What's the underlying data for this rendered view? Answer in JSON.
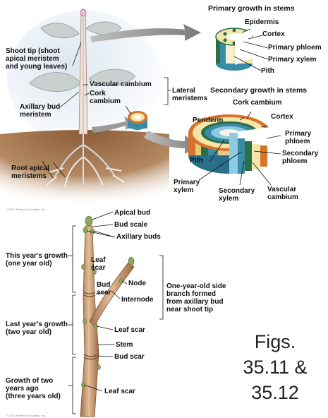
{
  "top": {
    "primary_title": "Primary growth in stems",
    "secondary_title": "Secondary growth in stems",
    "labels": {
      "shoot_tip": "Shoot tip (shoot\napical meristem\nand young leaves)",
      "axillary_bud_meristem": "Axillary bud\nmeristem",
      "root_apical": "Root apical\nmeristems",
      "vascular_cambium": "Vascular cambium",
      "cork_cambium": "Cork\ncambium",
      "lateral_meristems": "Lateral\nmeristems",
      "epidermis": "Epidermis",
      "cortex": "Cortex",
      "primary_phloem": "Primary phloem",
      "primary_xylem": "Primary xylem",
      "pith": "Pith",
      "sec_cork_cambium": "Cork cambium",
      "periderm": "Periderm",
      "sec_cortex": "Cortex",
      "sec_primary_phloem": "Primary\nphloem",
      "sec_pith": "Pith",
      "secondary_phloem": "Secondary\nphloem",
      "sec_primary_xylem": "Primary\nxylem",
      "secondary_xylem": "Secondary\nxylem",
      "sec_vascular_cambium": "Vascular\ncambium"
    },
    "copyright": "©2011 Pearson Education, Inc."
  },
  "bottom": {
    "labels": {
      "apical_bud": "Apical bud",
      "bud_scale": "Bud scale",
      "axillary_buds": "Axillary buds",
      "this_year": "This year's growth\n(one year old)",
      "leaf_scar_1": "Leaf\nscar",
      "bud_scar_1": "Bud\nscar",
      "node": "Node",
      "internode": "Internode",
      "side_branch": "One-year-old side\nbranch formed\nfrom axillary bud\nnear shoot tip",
      "last_year": "Last year's growth\n(two year old)",
      "leaf_scar_2": "Leaf scar",
      "stem": "Stem",
      "bud_scar_2": "Bud scar",
      "two_years_ago": "Growth of two\nyears ago\n(three years old)",
      "leaf_scar_3": "Leaf scar"
    },
    "copyright": "©2011 Pearson Education, Inc."
  },
  "figs_label": "Figs.\n35.11 &\n35.12",
  "colors": {
    "soil": "#6b4226",
    "leaf": "#c9d0cf",
    "stem_bark": "#c99b73",
    "cortex": "#f3e6a8",
    "cork": "#d9732c",
    "xylem": "#3a8ba6",
    "phloem": "#2c6e48",
    "cambium": "#e7c77a"
  }
}
